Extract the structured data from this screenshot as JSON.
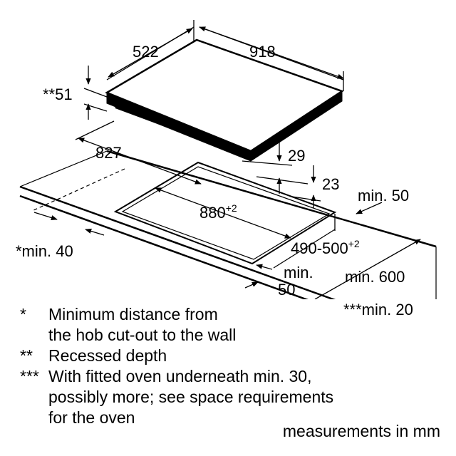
{
  "diagram": {
    "dimensions": {
      "hob_depth": "522",
      "hob_width": "918",
      "recessed_depth": "**51",
      "cutout_width": "827",
      "hob_thickness": "29",
      "frame_height": "23",
      "cutout_length": "880",
      "cutout_length_tol": "+2",
      "cutout_depth": "490-500",
      "cutout_depth_tol": "+2",
      "min_back": "min. 50",
      "min_wall": "*min. 40",
      "min_front": "min.",
      "min_front_val": "50",
      "min_worktop": "min. 600",
      "min_below": "***min. 20"
    }
  },
  "notes": [
    {
      "mark": "*",
      "lines": [
        "Minimum distance from",
        "the hob cut-out to the wall"
      ]
    },
    {
      "mark": "**",
      "lines": [
        "Recessed depth"
      ]
    },
    {
      "mark": "***",
      "lines": [
        "With fitted oven underneath min. 30,",
        "possibly more; see space requirements",
        "for the oven"
      ]
    }
  ],
  "units_note": "measurements in mm"
}
